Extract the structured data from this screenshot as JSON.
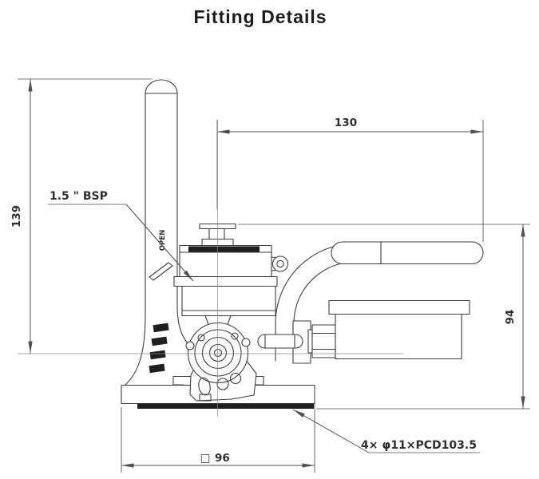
{
  "title": "Fitting Details",
  "dimensions": {
    "handle_offset": "130",
    "inlet_height": "139",
    "body_height": "94",
    "base": {
      "prefix": "□",
      "value": "96"
    }
  },
  "labels": {
    "inlet_thread": "1.5 \" BSP",
    "mounting_holes": "4× φ11×PCD103.5",
    "handle_marking": "OPEN"
  },
  "colors": {
    "line": "#3d3d3d",
    "dimension": "#4f4f4f",
    "text": "#2e2e2e",
    "background": "#ffffff"
  }
}
